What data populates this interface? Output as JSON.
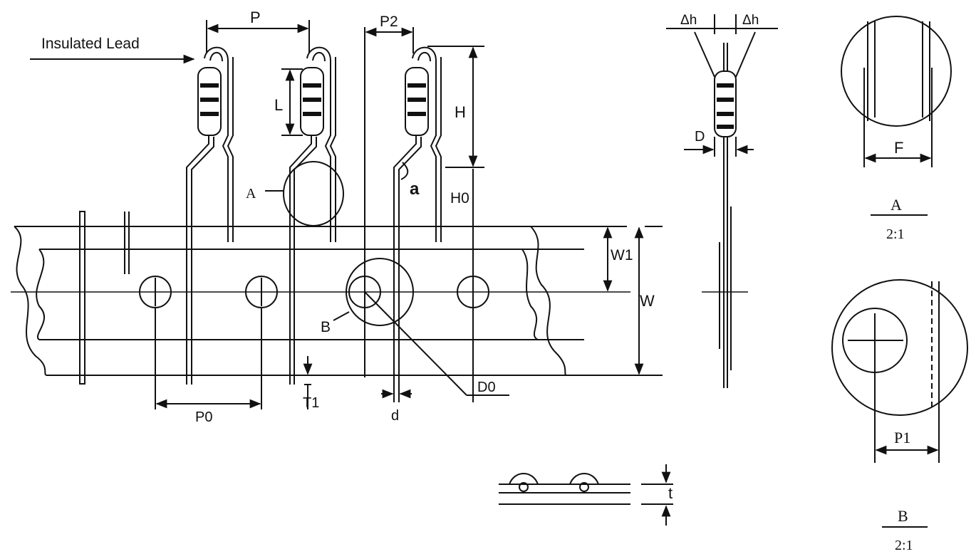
{
  "labels": {
    "insulated_lead": "Insulated Lead",
    "P": "P",
    "P2": "P2",
    "L": "L",
    "H": "H",
    "H0": "H0",
    "a": "a",
    "A": "A",
    "B": "B",
    "W1": "W1",
    "W": "W",
    "D0": "D0",
    "P0": "P0",
    "T1": "T1",
    "d": "d",
    "delta_h_left": "Δh",
    "delta_h_right": "Δh",
    "D": "D",
    "t": "t",
    "F": "F",
    "P1": "P1"
  },
  "details": {
    "A": {
      "letter": "A",
      "scale": "2:1"
    },
    "B": {
      "letter": "B",
      "scale": "2:1"
    }
  },
  "colors": {
    "line": "#111111",
    "background": "#ffffff"
  }
}
